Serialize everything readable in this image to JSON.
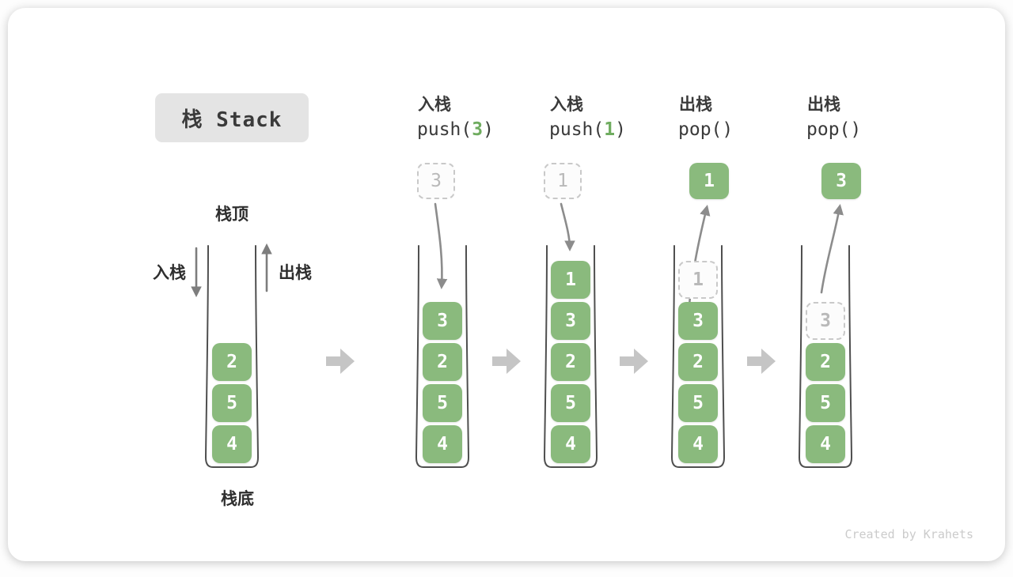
{
  "title": "栈 Stack",
  "labels": {
    "stack_top": "栈顶",
    "stack_bottom": "栈底",
    "push_side": "入栈",
    "pop_side": "出栈"
  },
  "watermark": "Created by Krahets",
  "colors": {
    "green_block": "#8ABA7D",
    "green_text": "#6FAC5F",
    "arrow_gray": "#8C8C8C",
    "transition_gray": "#C5C5C5",
    "dashed_border": "#C9C9C9",
    "dashed_text": "#B9B9B9",
    "text_dark": "#3A3A3A",
    "container_stroke": "#4F4F4F",
    "watermark": "#CBCBCB",
    "title_bg": "#E4E4E4"
  },
  "columns": [
    {
      "name": "initial",
      "blocks": [
        "2",
        "5",
        "4"
      ]
    },
    {
      "name": "push-3",
      "header": {
        "action": "入栈",
        "code_prefix": "push(",
        "code_arg": "3",
        "code_suffix": ")"
      },
      "floating": {
        "style": "dashed",
        "value": "3"
      },
      "blocks": [
        "3",
        "2",
        "5",
        "4"
      ]
    },
    {
      "name": "push-1",
      "header": {
        "action": "入栈",
        "code_prefix": "push(",
        "code_arg": "1",
        "code_suffix": ")"
      },
      "floating": {
        "style": "dashed",
        "value": "1"
      },
      "blocks": [
        "1",
        "3",
        "2",
        "5",
        "4"
      ]
    },
    {
      "name": "pop-1",
      "header": {
        "action": "出栈",
        "code_prefix": "pop()",
        "code_arg": "",
        "code_suffix": ""
      },
      "floating": {
        "style": "solid",
        "value": "1"
      },
      "ghost": "1",
      "blocks": [
        "3",
        "2",
        "5",
        "4"
      ]
    },
    {
      "name": "pop-3",
      "header": {
        "action": "出栈",
        "code_prefix": "pop()",
        "code_arg": "",
        "code_suffix": ""
      },
      "floating": {
        "style": "solid",
        "value": "3"
      },
      "ghost": "3",
      "blocks": [
        "2",
        "5",
        "4"
      ]
    }
  ]
}
